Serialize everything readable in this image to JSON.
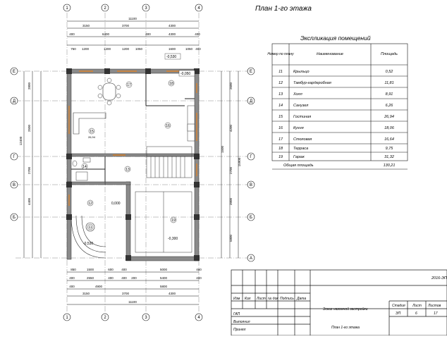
{
  "sheet": {
    "title": "План 1-го этажа",
    "accent_color": "#d9822b",
    "wall_color": "#555555"
  },
  "axes": {
    "vertical": [
      "1",
      "2",
      "3",
      "4"
    ],
    "horizontal": [
      "Е",
      "Д",
      "Г",
      "В",
      "Б",
      "А"
    ]
  },
  "dims": {
    "top_total": "11100",
    "top_spans": [
      "3150",
      "3700",
      "4300"
    ],
    "top_sub": [
      "400",
      "6400",
      "400",
      "4300",
      "400"
    ],
    "top_row3": [
      "750",
      "1200",
      "1200",
      "1200",
      "1050",
      "1600",
      "1050",
      "400"
    ],
    "bottom_row1": [
      "850",
      "1500",
      "600",
      "400",
      "5000",
      "400"
    ],
    "bottom_row2": [
      "400",
      "2550",
      "400",
      "400",
      "200",
      "5400",
      "400"
    ],
    "bottom_row3": [
      "400",
      "4900",
      "5800"
    ],
    "bottom_spans": [
      "3150",
      "3700",
      "4300"
    ],
    "bottom_total": "11100",
    "left_total": "12400",
    "left_spans": [
      "2800",
      "2500",
      "2700",
      "4400"
    ],
    "right_total": "15900",
    "right_spans": [
      "2600",
      "4200",
      "1500",
      "2700",
      "3900",
      "5800"
    ]
  },
  "rooms": [
    {
      "no": "11",
      "area": ""
    },
    {
      "no": "12",
      "area": ""
    },
    {
      "no": "13",
      "area": ""
    },
    {
      "no": "14",
      "area": ""
    },
    {
      "no": "15",
      "area": "26,94"
    },
    {
      "no": "16",
      "area": ""
    },
    {
      "no": "17",
      "area": ""
    },
    {
      "no": "18",
      "area": ""
    },
    {
      "no": "19",
      "area": ""
    }
  ],
  "levels": [
    "-0,530",
    "-0,050",
    "0,000",
    "-0,300",
    "-0,530"
  ],
  "explication": {
    "title": "Экспликация помещений",
    "headers": [
      "Номер по плану",
      "Наименование",
      "Площадь"
    ],
    "rows": [
      [
        "11",
        "Крыльцо",
        "0,52"
      ],
      [
        "12",
        "Тамбур-гардеробная",
        "11,81"
      ],
      [
        "13",
        "Холл",
        "8,91"
      ],
      [
        "14",
        "Санузел",
        "6,26"
      ],
      [
        "15",
        "Гостиная",
        "26,94"
      ],
      [
        "16",
        "Кухня",
        "18,06"
      ],
      [
        "17",
        "Столовая",
        "16,64"
      ],
      [
        "18",
        "Терраса",
        "9,75"
      ],
      [
        "19",
        "Гараж",
        "31,32"
      ]
    ],
    "total_label": "Общая площадь",
    "total_value": "130,21"
  },
  "title_block": {
    "code": "2016-ЭП",
    "col_headers": [
      "Изм",
      "Кол",
      "Лист",
      "№ док",
      "Подпись",
      "Дата"
    ],
    "roles": [
      "ГАП",
      "Выполнил",
      "Принял"
    ],
    "project": "Эскиз наземной застройки",
    "stage_headers": [
      "Стадия",
      "Лист",
      "Листов"
    ],
    "stage_values": [
      "ЭП",
      "6",
      "17"
    ],
    "sheet_name": "План 1-го этажа"
  }
}
